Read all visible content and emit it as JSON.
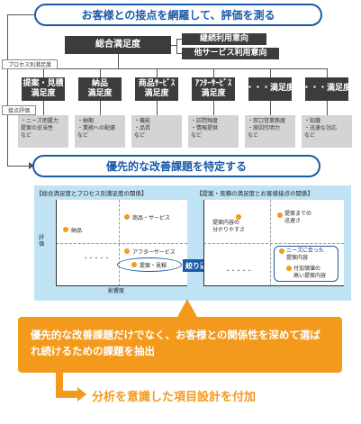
{
  "header": {
    "title": "お客様との接点を網羅して、評価を測る"
  },
  "overall": {
    "label": "総合満足度",
    "related": [
      "継続利用意向",
      "他サービス利用意向"
    ]
  },
  "labels": {
    "process_satisfaction": "プロセス別満足度",
    "touchpoint_eval": "接点評価"
  },
  "processes": [
    {
      "label": "提案・見積\n満足度",
      "details": "・ニーズ把握力\n提案の妥当性\nなど"
    },
    {
      "label": "納品\n満足度",
      "details": "・納期\n・業務への配慮\nなど"
    },
    {
      "label": "商品ｻｰﾋﾞｽ\n満足度",
      "details": "・機能\n・品質\nなど"
    },
    {
      "label": "ｱﾌﾀｰｻｰﾋﾞｽ\n満足度",
      "details": "・訪問頻度\n・情報提供\nなど"
    },
    {
      "label": "・・・満足度",
      "details": "・窓口営業態度\n・原因究明力\nなど"
    },
    {
      "label": "・・・満足度",
      "details": "・知識\n・迅速な対応\nなど"
    }
  ],
  "section2": {
    "title": "優先的な改善課題を特定する"
  },
  "left_chart": {
    "title": "【総合満足度とプロセス別満足度の関係】",
    "ylabel": "評価",
    "xlabel": "影響度",
    "points": [
      "納品",
      "商品・サービス",
      "アフターサービス",
      "提案・見積",
      "・・・・・"
    ]
  },
  "arrow_label": "絞り込む",
  "right_chart": {
    "title": "【提案・見積の満足度とお客様接点の関係】",
    "points": [
      "提案内容の\n分かりやすさ",
      "提案までの\n迅速さ",
      "ニーズに合った\n提案内容",
      "付加価値の\n高い提案内容",
      "・・・・・"
    ]
  },
  "callout": {
    "text": "優先的な改善課題だけでなく、お客様との関係性を深めて選ばれ続けるための課題を抽出"
  },
  "bottom": {
    "text": "分析を意識した項目設計を付加"
  },
  "colors": {
    "accent_blue": "#1b5aa8",
    "orange": "#f39a1c",
    "panel_blue": "#bfe3f4",
    "dark_box": "#3c3c3c",
    "gray_box": "#d4d4d4"
  }
}
